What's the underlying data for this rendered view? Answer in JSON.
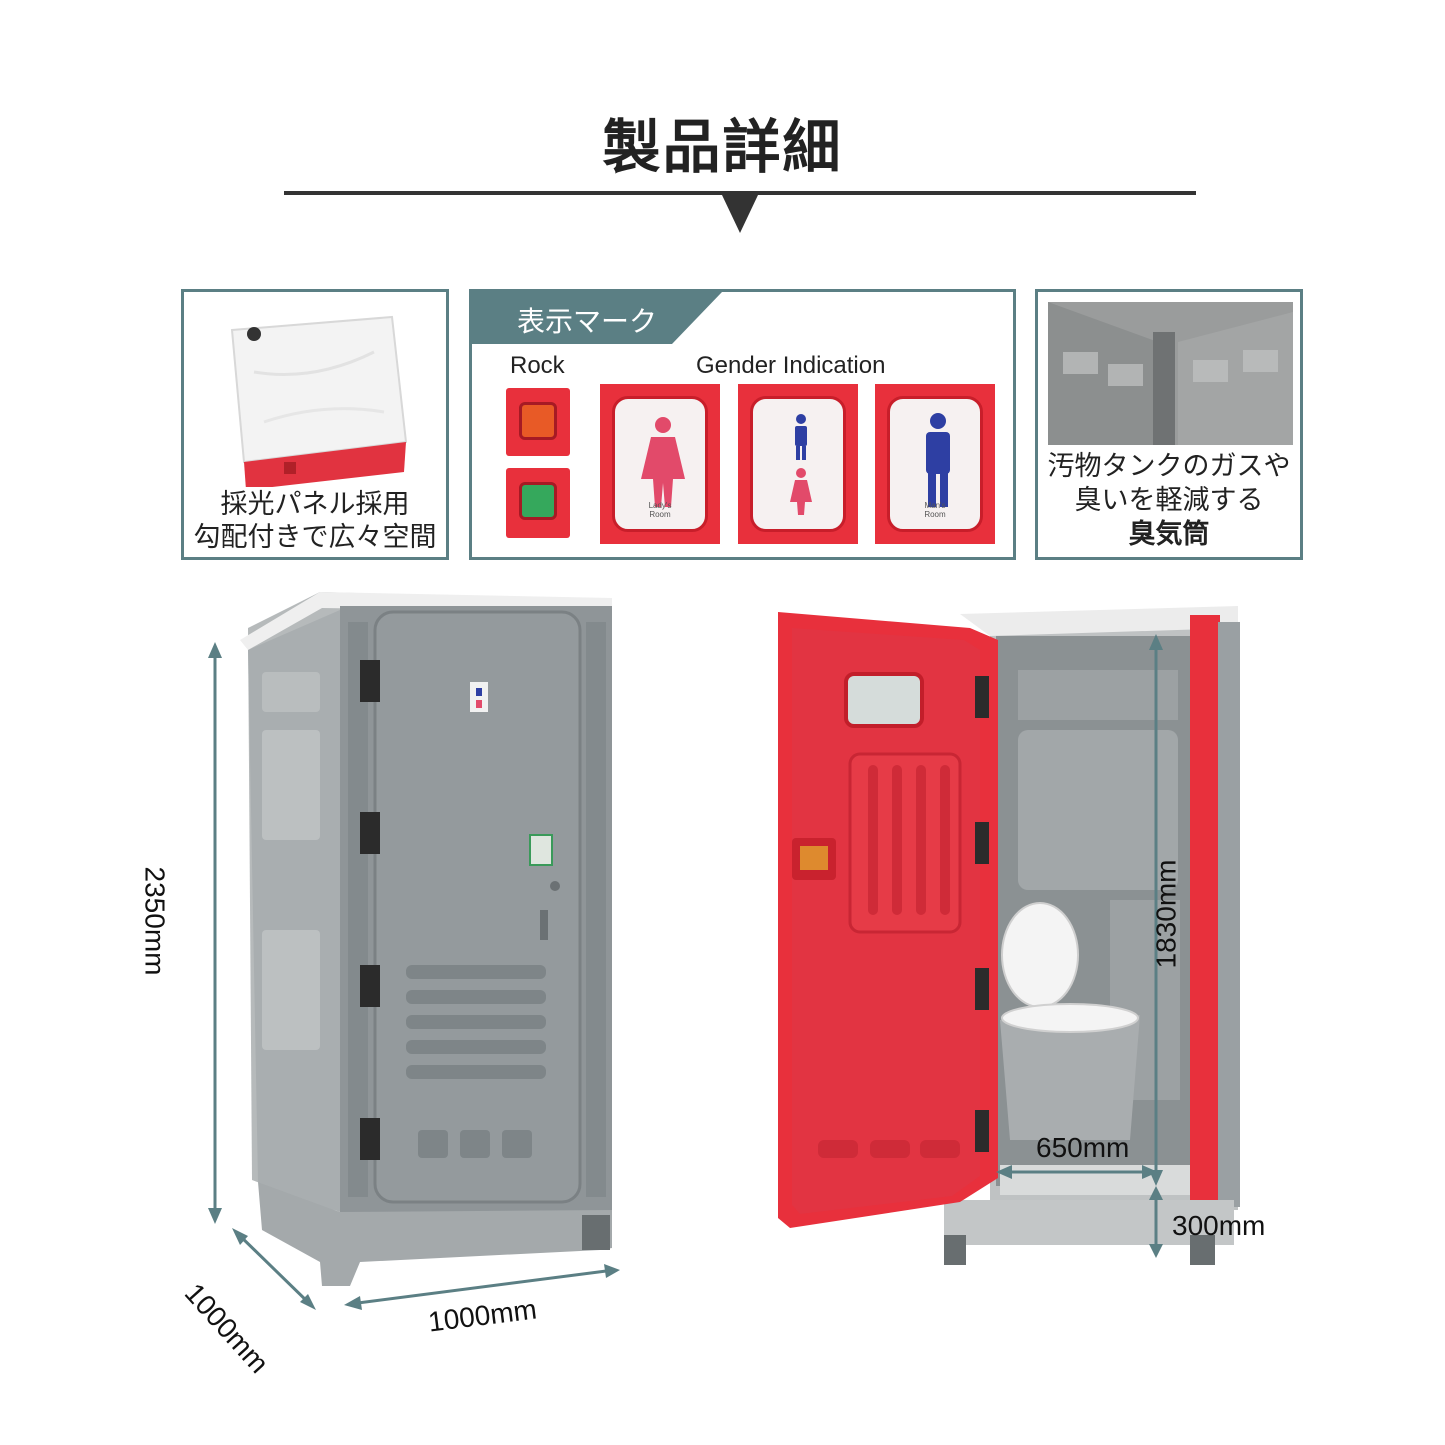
{
  "header": {
    "title": "製品詳細"
  },
  "panels": {
    "skylight": {
      "caption_line1": "採光パネル採用",
      "caption_line2": "勾配付きで広々空間"
    },
    "marks": {
      "tab_label": "表示マーク",
      "lock_label": "Rock",
      "gender_label": "Gender Indication",
      "lady_text_1": "Lady's",
      "lady_text_2": "Room",
      "man_text_1": "Man's",
      "man_text_2": "Room"
    },
    "vent": {
      "caption_line1": "汚物タンクのガスや",
      "caption_line2": "臭いを軽減する",
      "caption_line3": "臭気筒"
    }
  },
  "dimensions": {
    "height": "2350mm",
    "depth": "1000mm",
    "width": "1000mm",
    "inner_height": "1830mm",
    "door_width": "650mm",
    "floor_height": "300mm"
  },
  "colors": {
    "accent": "#5b7f84",
    "red": "#e8303c",
    "grey": "#8e9497",
    "female": "#e24a6a",
    "male": "#2e3fa3",
    "dim_line": "#5b7f84"
  }
}
